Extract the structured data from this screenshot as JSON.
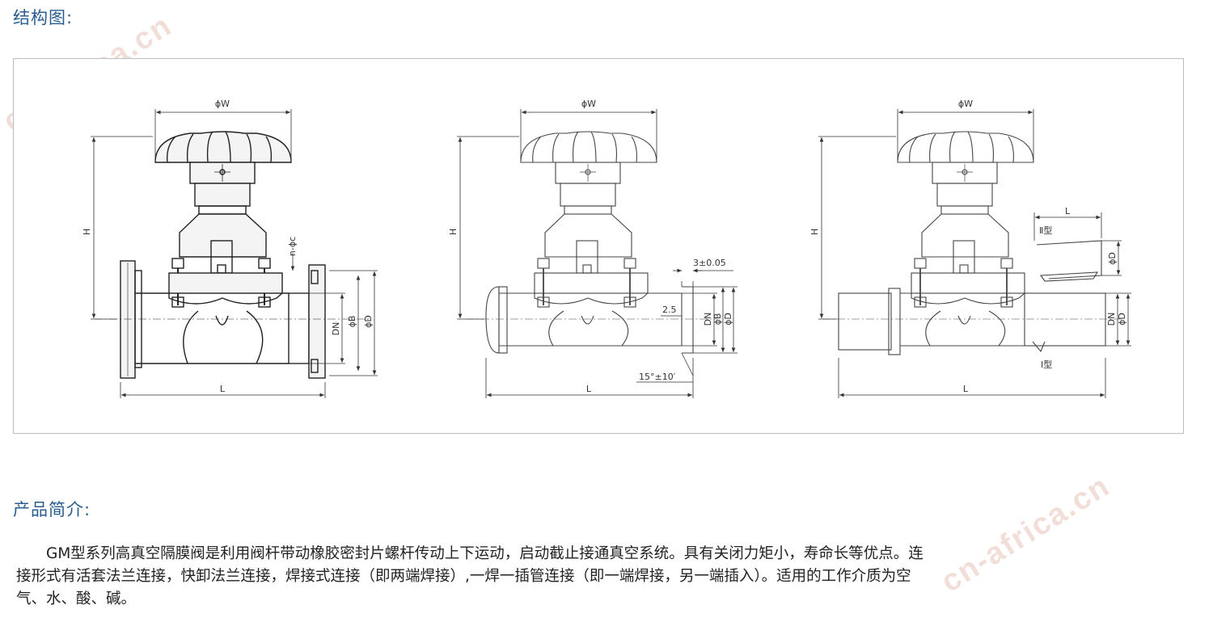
{
  "structure_title": "结构图:",
  "intro_title": "产品简介:",
  "intro_text": "GM型系列高真空隔膜阀是利用阀杆带动橡胶密封片螺杆传动上下运动，启动截止接通真空系统。具有关闭力矩小，寿命长等优点。连接形式有活套法兰连接，快卸法兰连接，焊接式连接（即两端焊接）,一焊一插管连接（即一端焊接，另一端插入）。适用的工作介质为空气、水、酸、碱。",
  "watermark": "cn-africa.cn",
  "diagrams": {
    "d1": {
      "w": "ϕW",
      "h": "H",
      "l": "L",
      "nc": "n-ϕc",
      "dn": "DN",
      "b": "ϕB",
      "d": "ϕD"
    },
    "d2": {
      "w": "ϕW",
      "h": "H",
      "l": "L",
      "tol": "3±0.05",
      "v25": "2.5",
      "dn": "DN",
      "b": "ϕB",
      "d": "ϕD",
      "angle": "15°±10′"
    },
    "d3": {
      "w": "ϕW",
      "h": "H",
      "l": "L",
      "type2": "Ⅱ型",
      "type1": "Ⅰ型",
      "l2": "L",
      "d2": "ϕD",
      "dn": "DN",
      "d": "ϕD"
    }
  }
}
